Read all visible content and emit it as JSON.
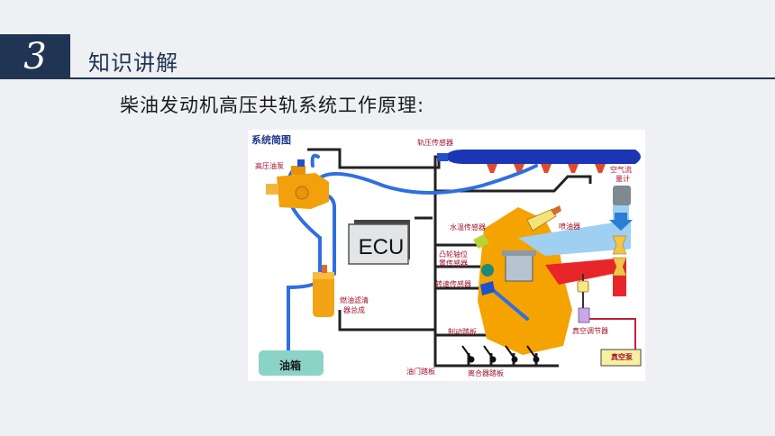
{
  "section": {
    "number": "3",
    "title": "知识讲解"
  },
  "subtitle": "柴油发动机高压共轨系统工作原理:",
  "diagram": {
    "title": "系统简图",
    "ecu": "ECU",
    "fuel_tank": "油箱",
    "vacuum_pump": "真空泵",
    "labels": {
      "high_pressure_pump": "高压油泵",
      "rail_pressure_sensor": "轨压传感器",
      "air_flow_meter_1": "空气流",
      "air_flow_meter_2": "量计",
      "injector": "喷油器",
      "water_temp_sensor": "水温传感器",
      "camshaft_sensor_1": "凸轮轴位",
      "camshaft_sensor_2": "置传感器",
      "speed_sensor": "转速传感器",
      "fuel_filter_1": "燃油滤清",
      "fuel_filter_2": "器总成",
      "brake_pedal": "制动踏板",
      "vacuum_regulator": "真空调节器",
      "throttle_pedal": "油门踏板",
      "clutch_pedal": "离合器踏板"
    }
  }
}
